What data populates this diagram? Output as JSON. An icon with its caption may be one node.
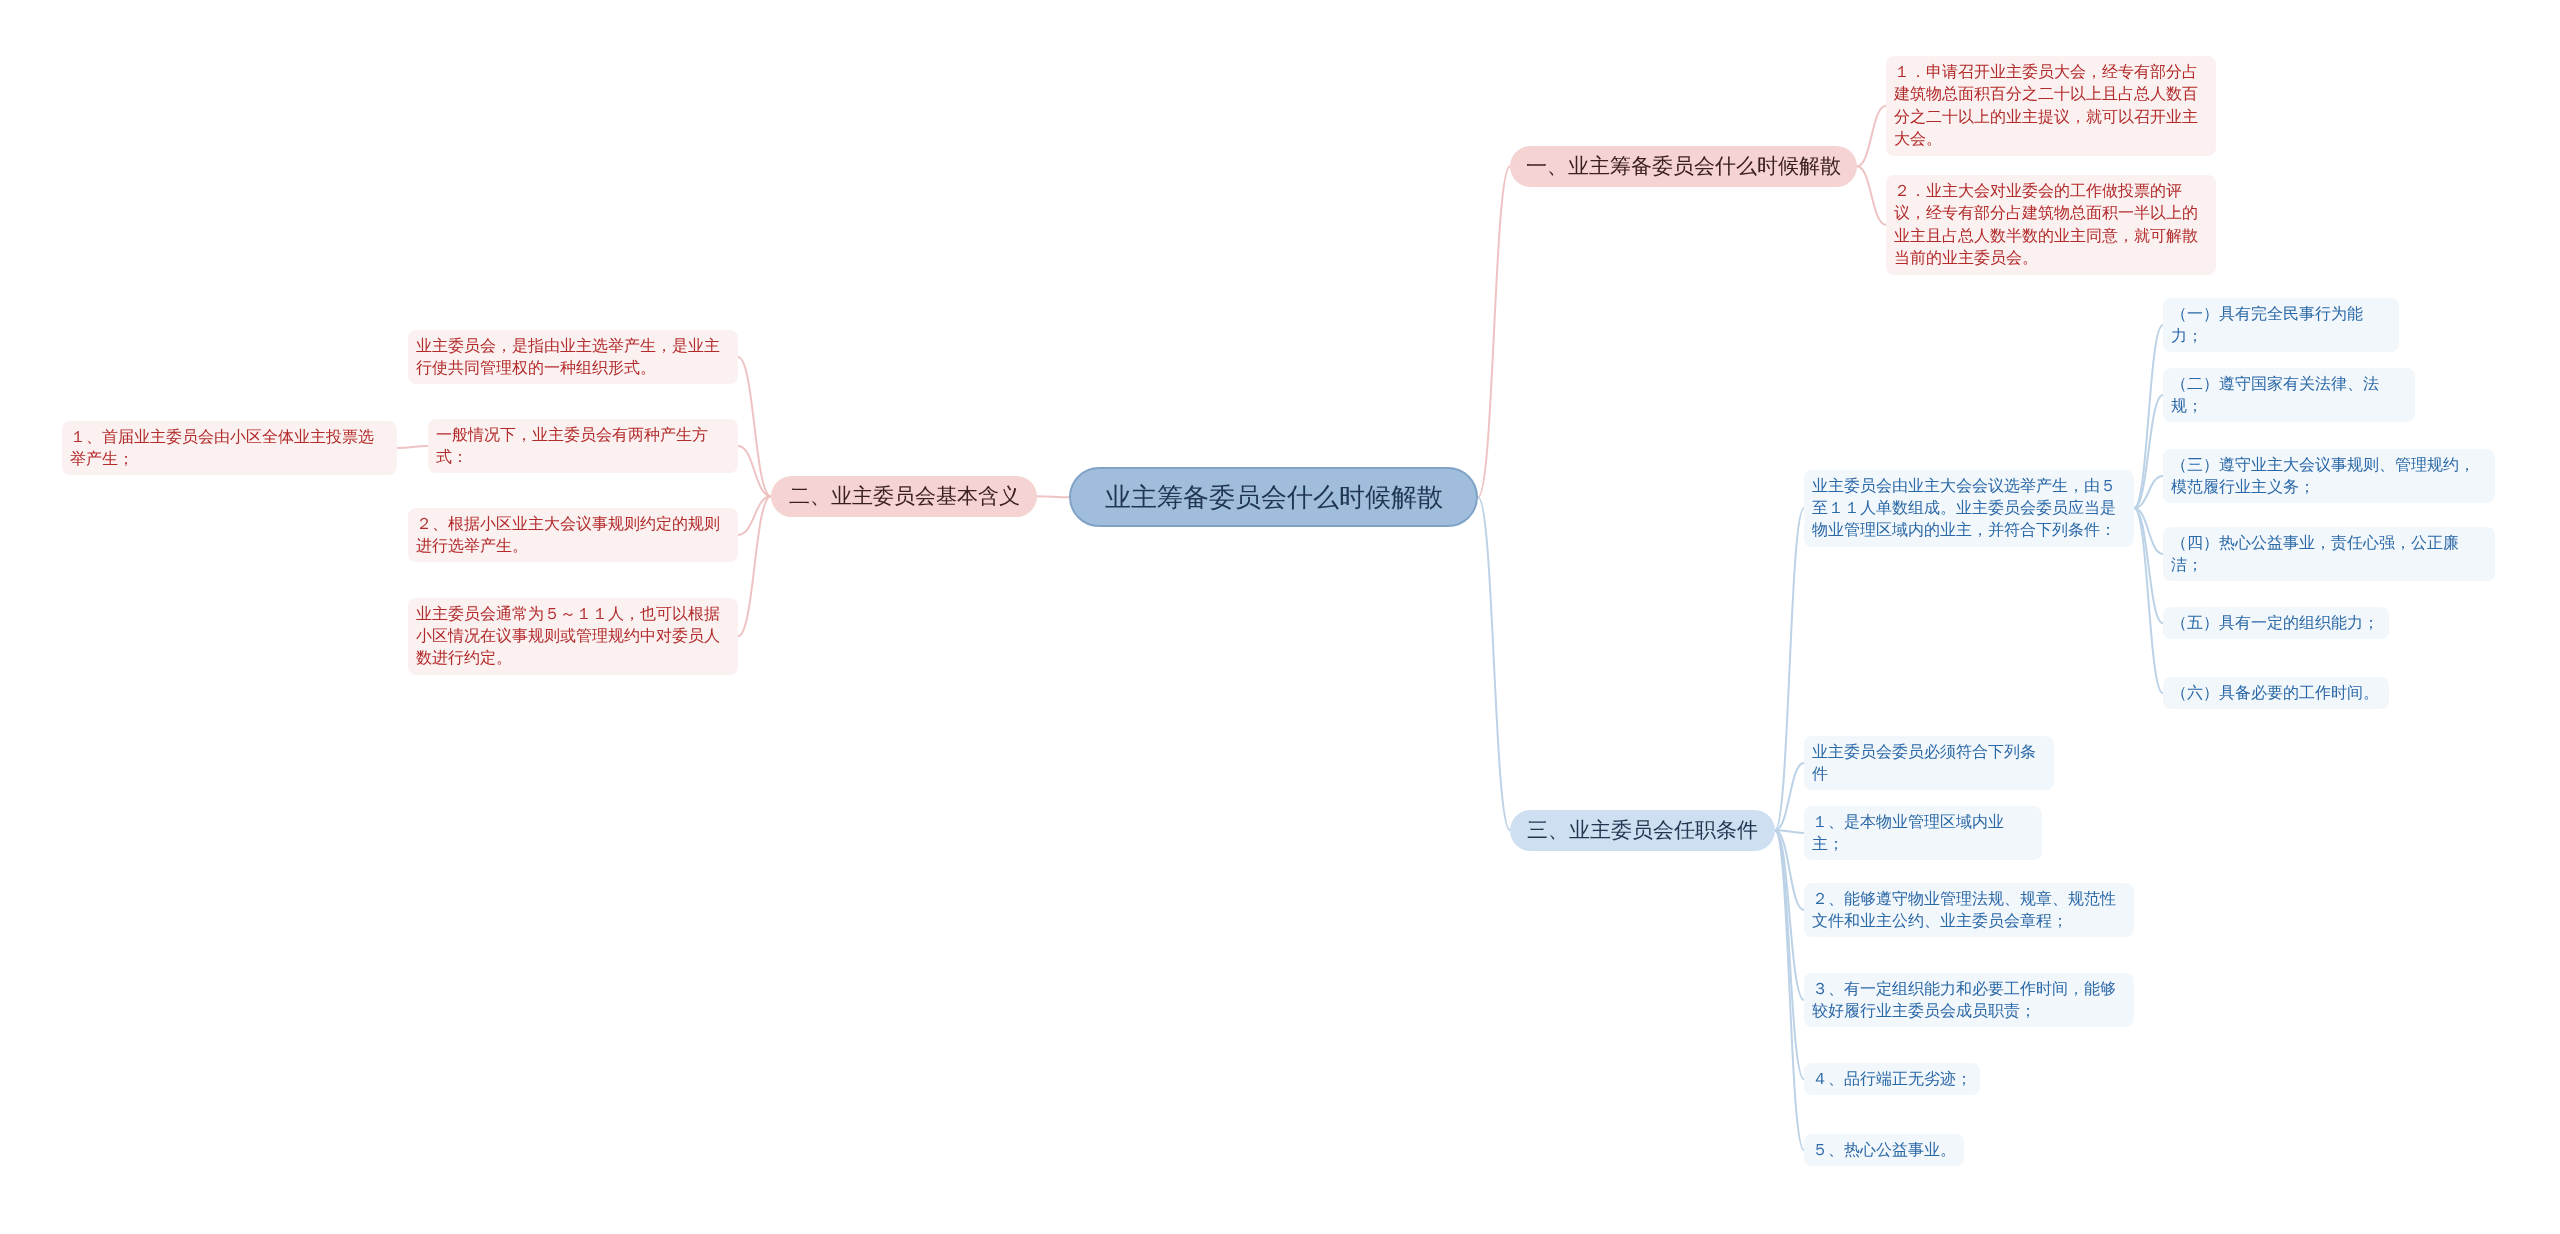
{
  "diagram": {
    "nodes": [
      {
        "text": [
          "业主筹备委员会什么时候解散"
        ]
      },
      {
        "text": [
          "一、业主筹备委员会什么时候解散"
        ]
      },
      {
        "text": [
          "１．申请召开业主委员大会，经专有部分占建筑物总面积百分之二十以上且占总人数百分之二十以上的业主提议，就可以召开业主大会。"
        ]
      },
      {
        "text": [
          "２．业主大会对业委会的工作做投票的评议，经专有部分占建筑物总面积一半以上的业主且占总人数半数的业主同意，就可解散当前的业主委员会。"
        ]
      },
      {
        "text": [
          "二、业主委员会基本含义"
        ]
      },
      {
        "text": [
          "业主委员会，是指由业主选举产生，是业主行使共同管理权的一种组织形式。"
        ]
      },
      {
        "text": [
          "一般情况下，业主委员会有两种产生方式："
        ]
      },
      {
        "text": [
          "１、首届业主委员会由小区全体业主投票选举产生；"
        ]
      },
      {
        "text": [
          "２、根据小区业主大会议事规则约定的规则进行选举产生。"
        ]
      },
      {
        "text": [
          "业主委员会通常为５～１１人，也可以根据小区情况在议事规则或管理规约中对委员人数进行约定。"
        ]
      },
      {
        "text": [
          "三、业主委员会任职条件"
        ]
      },
      {
        "text": [
          "业主委员会由业主大会会议选举产生，由５至１１人单数组成。业主委员会委员应当是物业管理区域内的业主，并符合下列条件："
        ]
      },
      {
        "text": [
          "（一）具有完全民事行为能力；"
        ]
      },
      {
        "text": [
          "（二）遵守国家有关法律、法规；"
        ]
      },
      {
        "text": [
          "（三）遵守业主大会议事规则、管理规约，模范履行业主义务；"
        ]
      },
      {
        "text": [
          "（四）热心公益事业，责任心强，公正廉洁；"
        ]
      },
      {
        "text": [
          "（五）具有一定的组织能力；"
        ]
      },
      {
        "text": [
          "（六）具备必要的工作时间。"
        ]
      },
      {
        "text": [
          "业主委员会委员必须符合下列条件"
        ]
      },
      {
        "text": [
          "１、是本物业管理区域内业主；"
        ]
      },
      {
        "text": [
          "２、能够遵守物业管理法规、规章、规范性文件和业主公约、业主委员会章程；"
        ]
      },
      {
        "text": [
          "３、有一定组织能力和必要工作时间，能够较好履行业主委员会成员职责；"
        ]
      },
      {
        "text": [
          "４、品行端正无劣迹；"
        ]
      },
      {
        "text": [
          "５、热心公益事业。"
        ]
      }
    ],
    "edges": [
      {
        "from": 0,
        "to": 1,
        "arrow": "none",
        "color": "#efc3c3"
      },
      {
        "from": 1,
        "to": 2,
        "arrow": "none",
        "color": "#efc3c3"
      },
      {
        "from": 1,
        "to": 3,
        "arrow": "none",
        "color": "#efc3c3"
      },
      {
        "from": 0,
        "to": 4,
        "arrow": "none",
        "color": "#efc3c3"
      },
      {
        "from": 4,
        "to": 5,
        "arrow": "none",
        "color": "#efc3c3"
      },
      {
        "from": 4,
        "to": 6,
        "arrow": "none",
        "color": "#efc3c3"
      },
      {
        "from": 6,
        "to": 7,
        "arrow": "none",
        "color": "#efc3c3"
      },
      {
        "from": 4,
        "to": 8,
        "arrow": "none",
        "color": "#efc3c3"
      },
      {
        "from": 4,
        "to": 9,
        "arrow": "none",
        "color": "#efc3c3"
      },
      {
        "from": 0,
        "to": 10,
        "arrow": "none"
      },
      {
        "from": 10,
        "to": 11,
        "arrow": "none"
      },
      {
        "from": 11,
        "to": 12,
        "arrow": "none"
      },
      {
        "from": 11,
        "to": 13,
        "arrow": "none"
      },
      {
        "from": 11,
        "to": 14,
        "arrow": "none"
      },
      {
        "from": 11,
        "to": 15,
        "arrow": "none"
      },
      {
        "from": 11,
        "to": 16,
        "arrow": "none"
      },
      {
        "from": 11,
        "to": 17,
        "arrow": "none"
      },
      {
        "from": 10,
        "to": 18,
        "arrow": "none"
      },
      {
        "from": 10,
        "to": 19,
        "arrow": "none"
      },
      {
        "from": 10,
        "to": 20,
        "arrow": "none"
      },
      {
        "from": 10,
        "to": 21,
        "arrow": "none"
      },
      {
        "from": 10,
        "to": 22,
        "arrow": "none"
      },
      {
        "from": 10,
        "to": 23,
        "arrow": "none"
      }
    ]
  }
}
